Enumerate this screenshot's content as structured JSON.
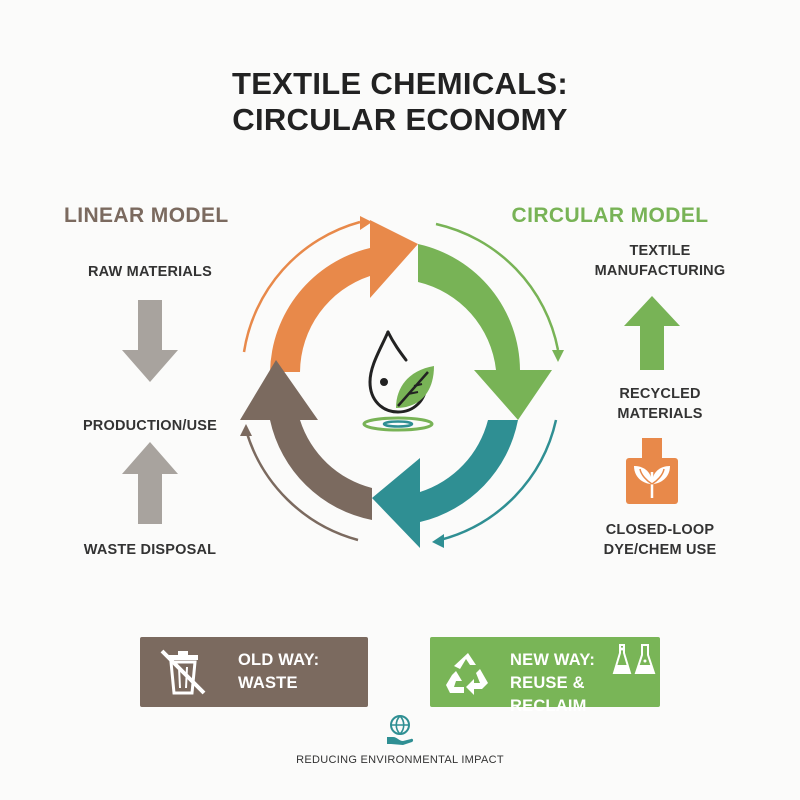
{
  "title": {
    "line1": "TEXTILE CHEMICALS:",
    "line2": "CIRCULAR ECONOMY"
  },
  "linear": {
    "heading": "LINEAR MODEL",
    "steps": [
      "RAW MATERIALS",
      "PRODUCTION/USE",
      "WASTE DISPOSAL"
    ]
  },
  "circular": {
    "heading": "CIRCULAR MODEL",
    "steps": [
      {
        "line1": "TEXTILE",
        "line2": "MANUFACTURING"
      },
      {
        "line1": "RECYCLED",
        "line2": "MATERIALS"
      },
      {
        "line1": "CLOSED-LOOP",
        "line2": "DYE/CHEM USE"
      }
    ]
  },
  "old_way": {
    "line1": "OLD WAY:",
    "line2": "WASTE",
    "icon": "crossed-out-trash-bin-icon"
  },
  "new_way": {
    "line1": "NEW WAY:",
    "line2": "REUSE & RECLAIM",
    "icons": [
      "recycle-icon",
      "lab-flasks-icon"
    ]
  },
  "footer": {
    "text": "REDUCING ENVIRONMENTAL IMPACT",
    "icon": "globe-in-hand-icon"
  },
  "center_icon": "water-drop-with-leaf-icon",
  "colors": {
    "linear": "#7b6a5f",
    "circular": "#78b356",
    "orange": "#e8894a",
    "teal": "#2f8f93",
    "gray_arrow": "#a8a39e",
    "old_banner": "#7b6a5f",
    "new_banner": "#79b557"
  }
}
